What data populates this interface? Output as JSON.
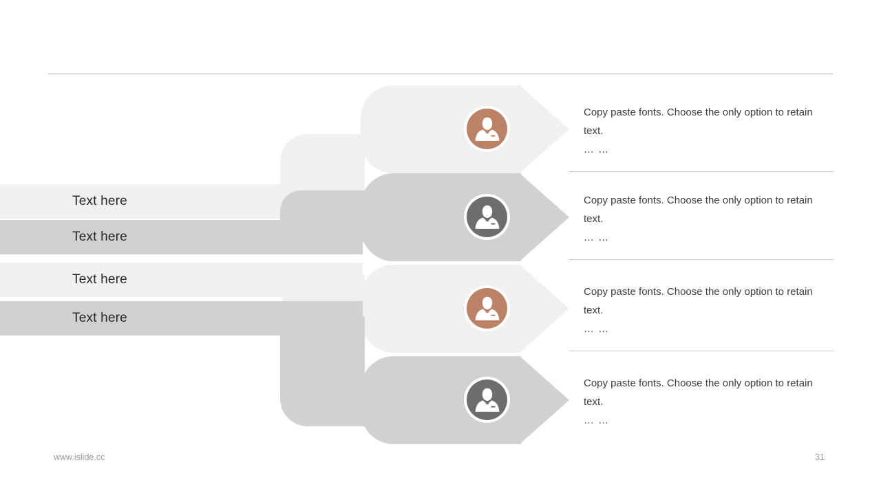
{
  "footer": {
    "website": "www.islide.cc",
    "page_number": "31"
  },
  "colors": {
    "light_shape": "#f1f0ef",
    "gray_shape": "#d2d1d0",
    "accent_copper": "#bc8268",
    "avatar_dark_gray": "#6e6d6d",
    "separator": "#cccbcb",
    "top_rule": "#ababab",
    "label_text": "#272727",
    "body_text": "#3c3c3c",
    "footer_text": "#9b9b9b"
  },
  "rows": [
    {
      "label": "Text here",
      "theme": "light",
      "avatar_color": "#bc8268",
      "avatar_icon": "person-icon",
      "has_separator": true,
      "description": {
        "lines": [
          "Copy paste fonts. Choose the only option to retain",
          "text.",
          "… …"
        ]
      }
    },
    {
      "label": "Text here",
      "theme": "gray",
      "avatar_color": "#6e6d6d",
      "avatar_icon": "person-icon",
      "has_separator": true,
      "description": {
        "lines": [
          "Copy paste fonts. Choose the only option to retain",
          "text.",
          "… …"
        ]
      }
    },
    {
      "label": "Text here",
      "theme": "light",
      "avatar_color": "#bc8268",
      "avatar_icon": "person-icon",
      "has_separator": true,
      "description": {
        "lines": [
          "Copy paste fonts. Choose the only option to retain",
          "text.",
          "… …"
        ]
      }
    },
    {
      "label": "Text here",
      "theme": "gray",
      "avatar_color": "#6e6d6d",
      "avatar_icon": "person-icon",
      "has_separator": false,
      "description": {
        "lines": [
          "Copy paste fonts. Choose the only option to retain",
          "text.",
          "… …"
        ]
      }
    }
  ]
}
